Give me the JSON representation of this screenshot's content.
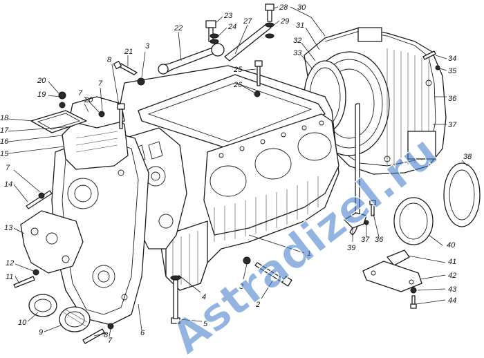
{
  "watermark": "Astradizel.ru",
  "callouts": [
    {
      "id": "1",
      "label": "1"
    },
    {
      "id": "2",
      "label": "2"
    },
    {
      "id": "3a",
      "label": "3"
    },
    {
      "id": "3b",
      "label": "3"
    },
    {
      "id": "4",
      "label": "4"
    },
    {
      "id": "5",
      "label": "5"
    },
    {
      "id": "6",
      "label": "6"
    },
    {
      "id": "7a",
      "label": "7"
    },
    {
      "id": "7b",
      "label": "7"
    },
    {
      "id": "7c",
      "label": "7"
    },
    {
      "id": "7d",
      "label": "7"
    },
    {
      "id": "8a",
      "label": "8"
    },
    {
      "id": "8b",
      "label": "8"
    },
    {
      "id": "9",
      "label": "9"
    },
    {
      "id": "10",
      "label": "10"
    },
    {
      "id": "11",
      "label": "11"
    },
    {
      "id": "12",
      "label": "12"
    },
    {
      "id": "13",
      "label": "13"
    },
    {
      "id": "14",
      "label": "14"
    },
    {
      "id": "15",
      "label": "15"
    },
    {
      "id": "16",
      "label": "16"
    },
    {
      "id": "17",
      "label": "17"
    },
    {
      "id": "18",
      "label": "18"
    },
    {
      "id": "19",
      "label": "19"
    },
    {
      "id": "20a",
      "label": "20"
    },
    {
      "id": "20b",
      "label": "20"
    },
    {
      "id": "21",
      "label": "21"
    },
    {
      "id": "22",
      "label": "22"
    },
    {
      "id": "23",
      "label": "23"
    },
    {
      "id": "24",
      "label": "24"
    },
    {
      "id": "25",
      "label": "25"
    },
    {
      "id": "26",
      "label": "26"
    },
    {
      "id": "27",
      "label": "27"
    },
    {
      "id": "28",
      "label": "28"
    },
    {
      "id": "29",
      "label": "29"
    },
    {
      "id": "30",
      "label": "30"
    },
    {
      "id": "31",
      "label": "31"
    },
    {
      "id": "32",
      "label": "32"
    },
    {
      "id": "33",
      "label": "33"
    },
    {
      "id": "34",
      "label": "34"
    },
    {
      "id": "35",
      "label": "35"
    },
    {
      "id": "36a",
      "label": "36"
    },
    {
      "id": "36b",
      "label": "36"
    },
    {
      "id": "37a",
      "label": "37"
    },
    {
      "id": "37b",
      "label": "37"
    },
    {
      "id": "38",
      "label": "38"
    },
    {
      "id": "39",
      "label": "39"
    },
    {
      "id": "40",
      "label": "40"
    },
    {
      "id": "41",
      "label": "41"
    },
    {
      "id": "42",
      "label": "42"
    },
    {
      "id": "43",
      "label": "43"
    },
    {
      "id": "44",
      "label": "44"
    }
  ]
}
